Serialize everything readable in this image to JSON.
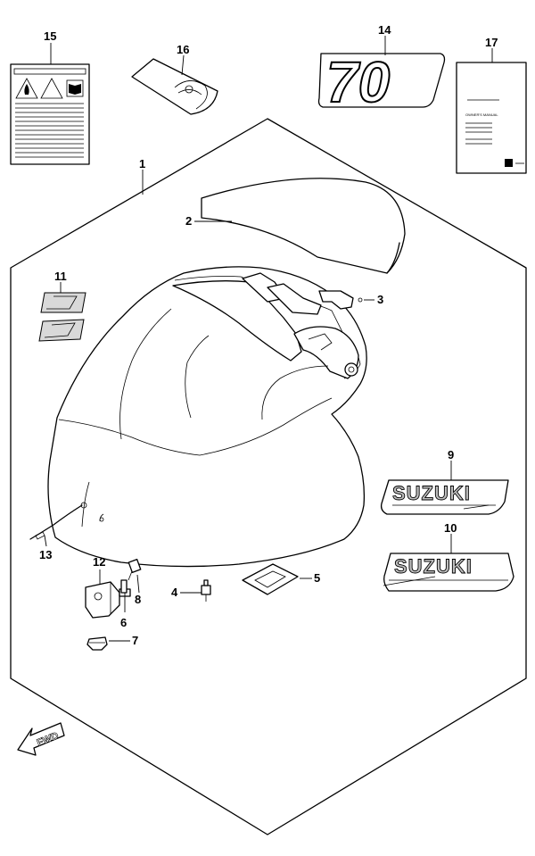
{
  "callouts": {
    "c1": "1",
    "c2": "2",
    "c3": "3",
    "c4": "4",
    "c5": "5",
    "c6": "6",
    "c7": "7",
    "c8": "8",
    "c9": "9",
    "c10": "10",
    "c11": "11",
    "c12": "12",
    "c13": "13",
    "c14": "14",
    "c15": "15",
    "c16": "16",
    "c17": "17"
  },
  "decal_70": "70",
  "emblem_9": "SUZUKI",
  "emblem_10": "SUZUKI",
  "fwd": "FWD",
  "manual_title": "OWNER'S MANUAL",
  "icon_names": [
    "fire-warning-icon",
    "caution-triangle-icon",
    "manual-book-icon",
    "arrow-icon",
    "suzuki-s-logo-icon"
  ],
  "colors": {
    "line": "#000000",
    "background": "#ffffff",
    "emblem_fill": "#bdbdbd"
  }
}
